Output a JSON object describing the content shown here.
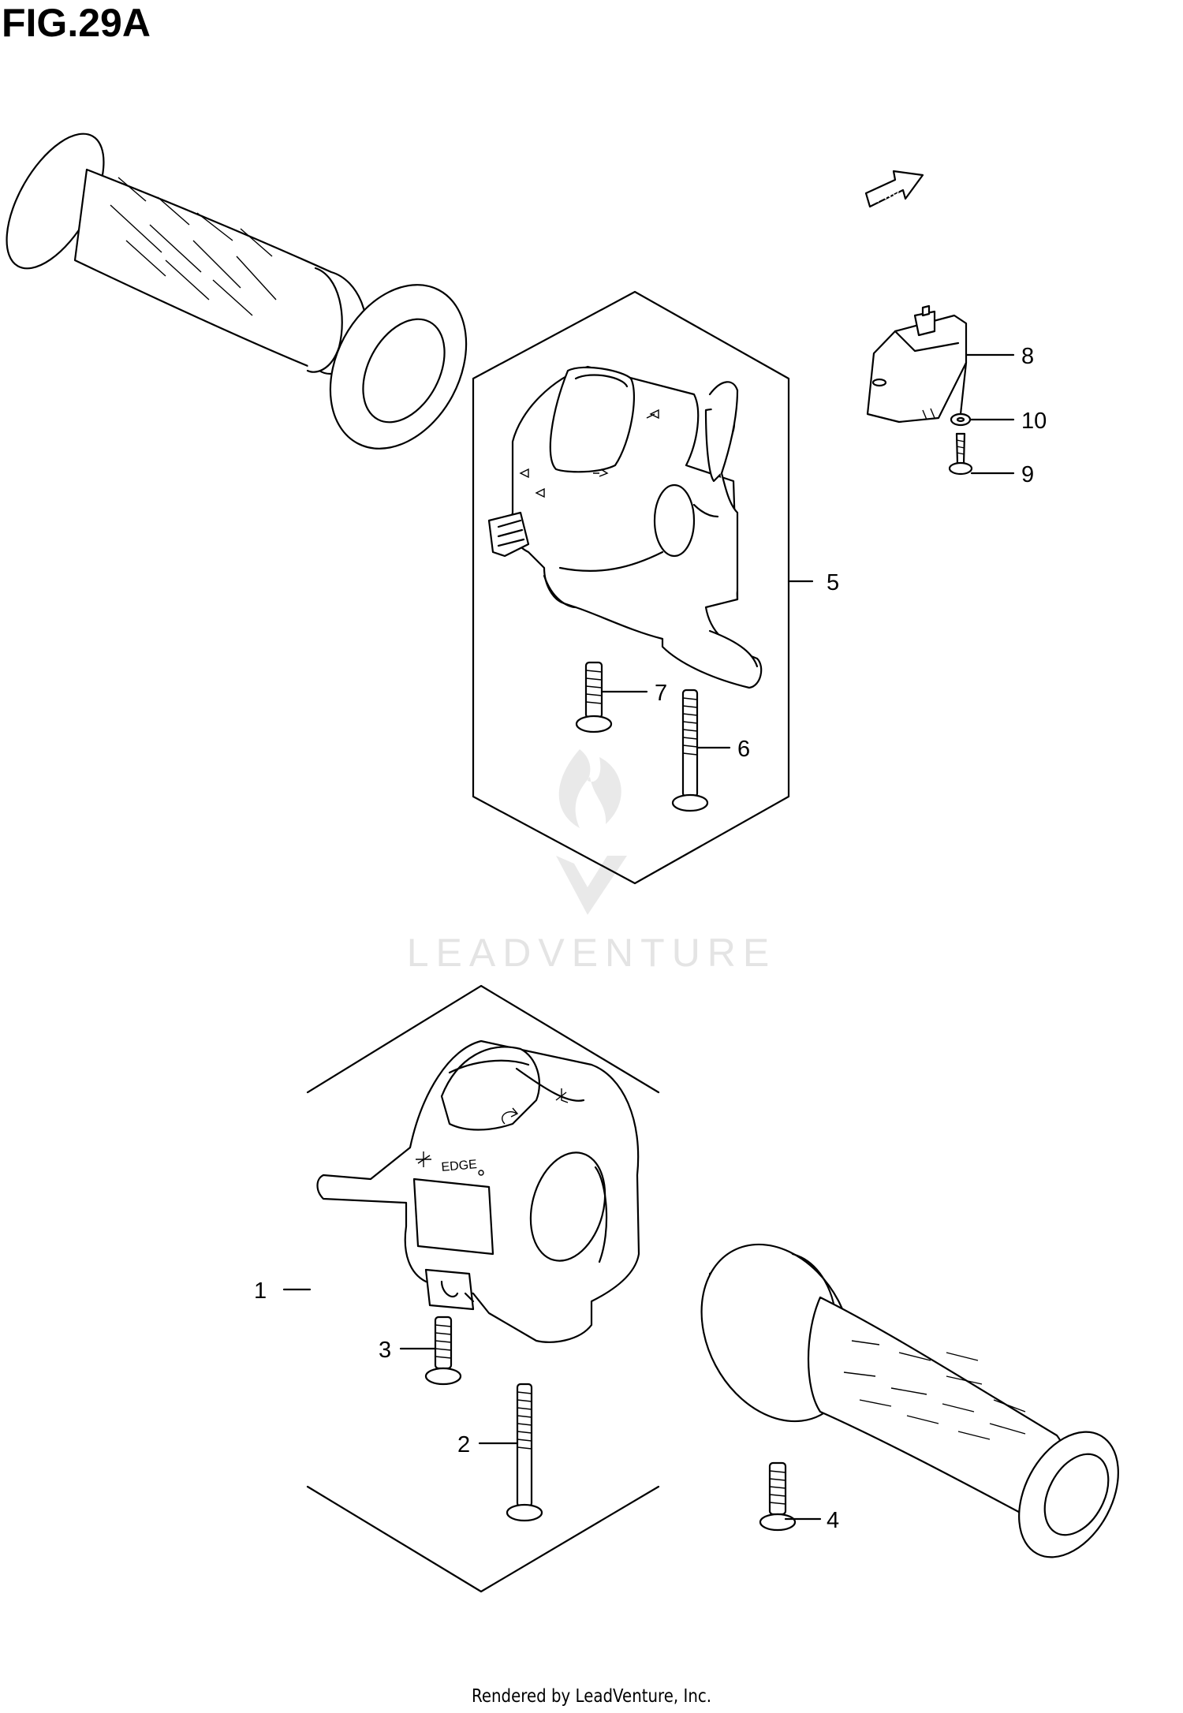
{
  "figure": {
    "title": "FIG.29A"
  },
  "fwd_label": "FWD",
  "switch_marks": {
    "hazard": "EDGE"
  },
  "callouts": [
    {
      "id": "callout-1",
      "number": "1"
    },
    {
      "id": "callout-2",
      "number": "2"
    },
    {
      "id": "callout-3",
      "number": "3"
    },
    {
      "id": "callout-4",
      "number": "4"
    },
    {
      "id": "callout-5",
      "number": "5"
    },
    {
      "id": "callout-6",
      "number": "6"
    },
    {
      "id": "callout-7",
      "number": "7"
    },
    {
      "id": "callout-8",
      "number": "8"
    },
    {
      "id": "callout-9",
      "number": "9"
    },
    {
      "id": "callout-10",
      "number": "10"
    }
  ],
  "watermark": {
    "text": "LEADVENTURE"
  },
  "footer": {
    "text": "Rendered by LeadVenture, Inc."
  }
}
